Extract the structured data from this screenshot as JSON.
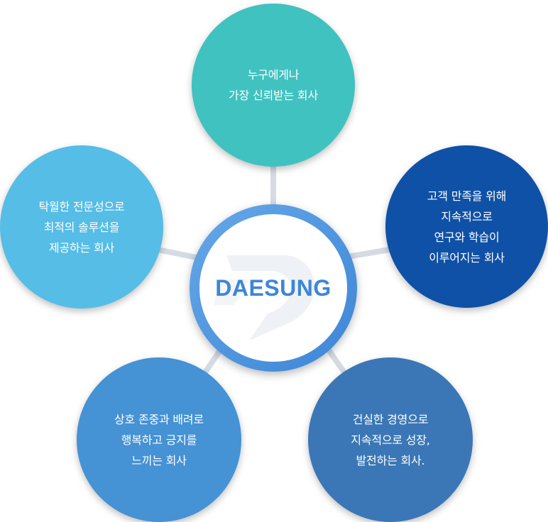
{
  "center": {
    "label": "DAESUNG",
    "color": "#3d86d6"
  },
  "nodes": [
    {
      "lines": [
        "누구에게나",
        "가장 신뢰받는 회사"
      ],
      "color": "#40c2c0"
    },
    {
      "lines": [
        "고객 만족을 위해",
        "지속적으로",
        "연구와 학습이",
        "이루어지는 회사"
      ],
      "color": "#0f51a6"
    },
    {
      "lines": [
        "건실한 경영으로",
        "지속적으로 성장,",
        "발전하는 회사."
      ],
      "color": "#3b77b6"
    },
    {
      "lines": [
        "상호 존중과 배려로",
        "행복하고 긍지를",
        "느끼는 회사"
      ],
      "color": "#4592d5"
    },
    {
      "lines": [
        "탁월한 전문성으로",
        "최적의 솔루션을",
        "제공하는 회사"
      ],
      "color": "#55bde6"
    }
  ]
}
